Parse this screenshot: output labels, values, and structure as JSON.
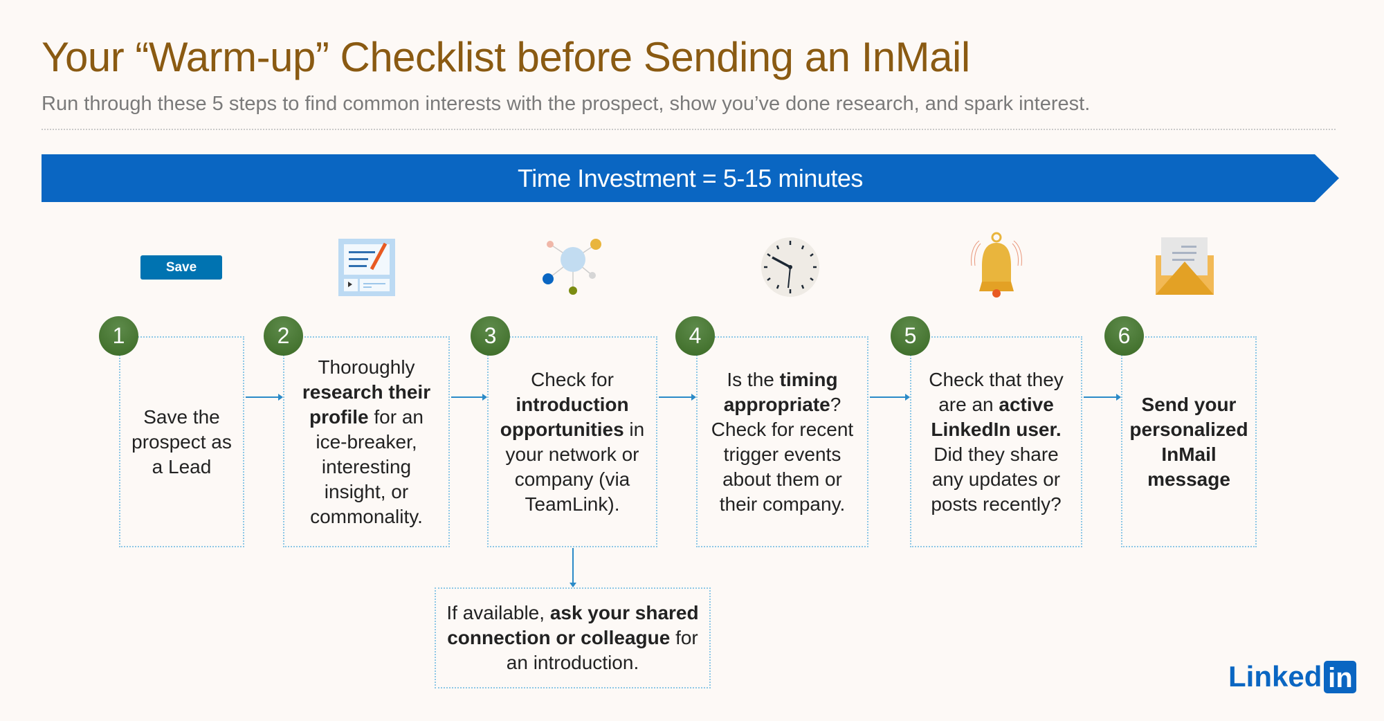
{
  "title": "Your “Warm-up” Checklist before Sending an InMail",
  "subtitle": "Run through these 5 steps to find common interests with the prospect, show you’ve done research, and spark interest.",
  "banner": "Time Investment = 5-15 minutes",
  "save_button": "Save",
  "icons": [
    "save-button",
    "profile-document-icon",
    "network-icon",
    "clock-icon",
    "bell-icon",
    "envelope-icon"
  ],
  "steps": [
    {
      "num": "1",
      "segments": [
        {
          "t": "Save the prospect as a Lead",
          "b": false
        }
      ]
    },
    {
      "num": "2",
      "segments": [
        {
          "t": "Thoroughly ",
          "b": false
        },
        {
          "t": "research their profile",
          "b": true
        },
        {
          "t": " for an ice-breaker, interesting insight, or commonality.",
          "b": false
        }
      ]
    },
    {
      "num": "3",
      "segments": [
        {
          "t": "Check for ",
          "b": false
        },
        {
          "t": "introduction opportunities",
          "b": true
        },
        {
          "t": " in your network or company (via TeamLink).",
          "b": false
        }
      ]
    },
    {
      "num": "4",
      "segments": [
        {
          "t": "Is the ",
          "b": false
        },
        {
          "t": "timing appropriate",
          "b": true
        },
        {
          "t": "? Check for recent trigger events about them or their company.",
          "b": false
        }
      ]
    },
    {
      "num": "5",
      "segments": [
        {
          "t": "Check that they are an ",
          "b": false
        },
        {
          "t": "active LinkedIn user.",
          "b": true
        },
        {
          "t": " Did they share any updates or posts recently?",
          "b": false
        }
      ]
    },
    {
      "num": "6",
      "segments": [
        {
          "t": "Send your personalized InMail message",
          "b": true
        }
      ]
    }
  ],
  "extra": [
    {
      "t": "If available, ",
      "b": false
    },
    {
      "t": "ask your shared connection or colleague",
      "b": true
    },
    {
      "t": " for an introduction.",
      "b": false
    }
  ],
  "logo": {
    "text": "Linked",
    "badge": "in"
  },
  "colors": {
    "accent": "#0a66c2",
    "title": "#8a5a12",
    "circle": "#3b6a25"
  }
}
